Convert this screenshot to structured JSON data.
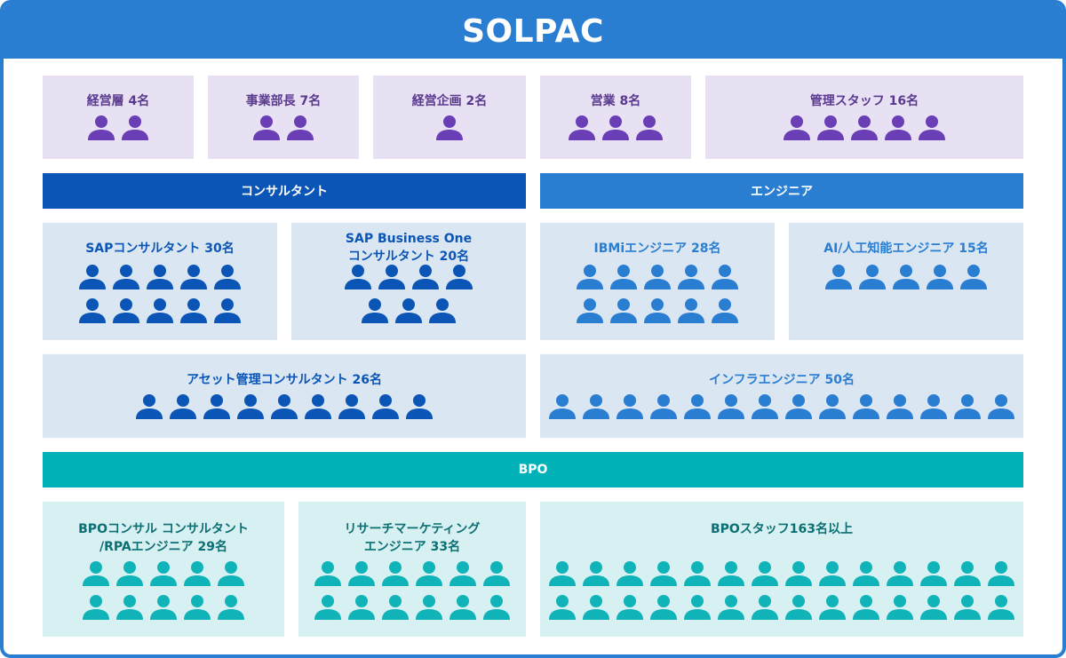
{
  "header": {
    "title": "SOLPAC"
  },
  "colors": {
    "frame": "#2a7ed2",
    "management_icon": "#6a3fb5",
    "consultant_bar": "#0a55b5",
    "consultant_icon": "#0a55b5",
    "engineer_bar": "#2a7ed2",
    "engineer_icon": "#2a7ed2",
    "bpo_bar": "#00b2b8",
    "bpo_icon": "#10b4b8"
  },
  "management": [
    {
      "label": "経営層 4名",
      "icons": [
        2
      ]
    },
    {
      "label": "事業部長 7名",
      "icons": [
        2
      ]
    },
    {
      "label": "経営企画 2名",
      "icons": [
        1
      ]
    },
    {
      "label": "営業 8名",
      "icons": [
        3
      ]
    },
    {
      "label": "管理スタッフ 16名",
      "icons": [
        5
      ]
    }
  ],
  "sections": {
    "consultant": "コンサルタント",
    "engineer": "エンジニア",
    "bpo": "BPO"
  },
  "consultant_boxes": [
    {
      "label": "SAPコンサルタント 30名",
      "icons": [
        5,
        5
      ]
    },
    {
      "label": "SAP Business One\nコンサルタント 20名",
      "icons": [
        4,
        3
      ]
    },
    {
      "label": "アセット管理コンサルタント 26名",
      "icons": [
        9
      ]
    }
  ],
  "engineer_boxes": [
    {
      "label": "IBMiエンジニア 28名",
      "icons": [
        5,
        5
      ]
    },
    {
      "label": "AI/人工知能エンジニア 15名",
      "icons": [
        5
      ]
    },
    {
      "label": "インフラエンジニア 50名",
      "icons": [
        14
      ]
    }
  ],
  "bpo_boxes": [
    {
      "label": "BPOコンサル コンサルタント\n/RPAエンジニア 29名",
      "icons": [
        5,
        5
      ]
    },
    {
      "label": "リサーチマーケティング\nエンジニア 33名",
      "icons": [
        6,
        6
      ]
    },
    {
      "label": "BPOスタッフ163名以上",
      "icons": [
        14,
        14
      ]
    }
  ]
}
